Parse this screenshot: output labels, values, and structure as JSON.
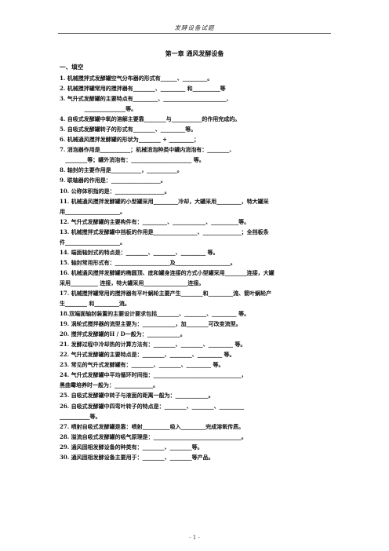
{
  "header": {
    "text": "发酵设备试题"
  },
  "title": "第一章 通风发酵设备",
  "section": "一、填空",
  "questions": [
    "1. 机械搅拌式发酵罐空气分布器的形式有______、_________。",
    "2. 机械搅拌罐常用的搅拌器有________、_________ 和__________等",
    "3. 气升式发酵罐的主要特点有_________、_______________________、",
    "             _______________等。",
    "4. 自吸式发酵罐中氧的溶解主要靠________与___________的作用完成的。",
    "5. 自吸式发酵罐转子的形式有________、_________等。",
    "6. 机械通风搅拌发酵罐的形状为________ + _________；",
    "7. 消泡器作用是___________；机械消泡种类中罐内消泡有：________、",
    "   ________等；罐外消泡有：______________________ 等。",
    "8. 轴封的主要作用是___________，___________。",
    "9. 联轴器的作用是：__________________。",
    "10. 公称体积指的是：__________________。",
    "11. 机械通风搅拌发酵罐的小型罐采用_________冷却，大罐采用_________，特大罐采",
    "用____________________。",
    "12. 气升式发酵罐的主要构件有：_________、____________、__________等。",
    "13. 机械搅拌式发酵罐中挡板的作用是________________、______________；全挡板条",
    "件____________________。",
    "14. 端面轴封式的特点是：________、________、_________ 等。",
    "15. 轴封常用形式有：____________________及____________________。",
    "16. 机械通风搅拌发酵罐的椭圆顶、底和罐身连接的方式小型罐采用________连接，大罐",
    "采用__________ 连接，特大罐采用________________连接。",
    "17. 机械搅拌罐常用的搅拌器有平叶蜗轮主要产生________和_________流、箭叶蜗轮产",
    "生________ 和_________流。",
    "18.双端面轴封装置的主要设计要求包括________、________、_________ 等。",
    "19. 涡轮式搅拌器的流型主要为：____________，加________可改变流型。",
    "20. 搅拌式发酵罐的H / D一般为：____________。",
    "21. 发酵过程中冷却热的计算方法有：________、________、_________ 等。",
    "22. 气升式发酵罐的主要特点是：________、________、_________ 等。",
    "23. 常见的气升式发酵罐有：________、________、_________ 等。",
    "24. 气升式发酵罐中平均循环时间指：________________________________，",
    "黑曲霉培养时一般为：______________。",
    "25. 自吸式发酵罐中转子与液面的距离一般为：____________。",
    "26. 自吸式发酵罐中四弯叶转子的特点是：________、________、_________",
    "___________等。",
    "27. 喷射自吸式发酵罐是靠：喷射__________吸入_________完成溶氧传质。",
    "28. 溢流自吸式发酵罐的吸气原理是：________________________________。",
    "29. 通风固相发酵设备的种类有：________、________等。",
    "30. 通风固相发酵设备主要用于：________、________等产品。"
  ],
  "footer": "- 1 -"
}
